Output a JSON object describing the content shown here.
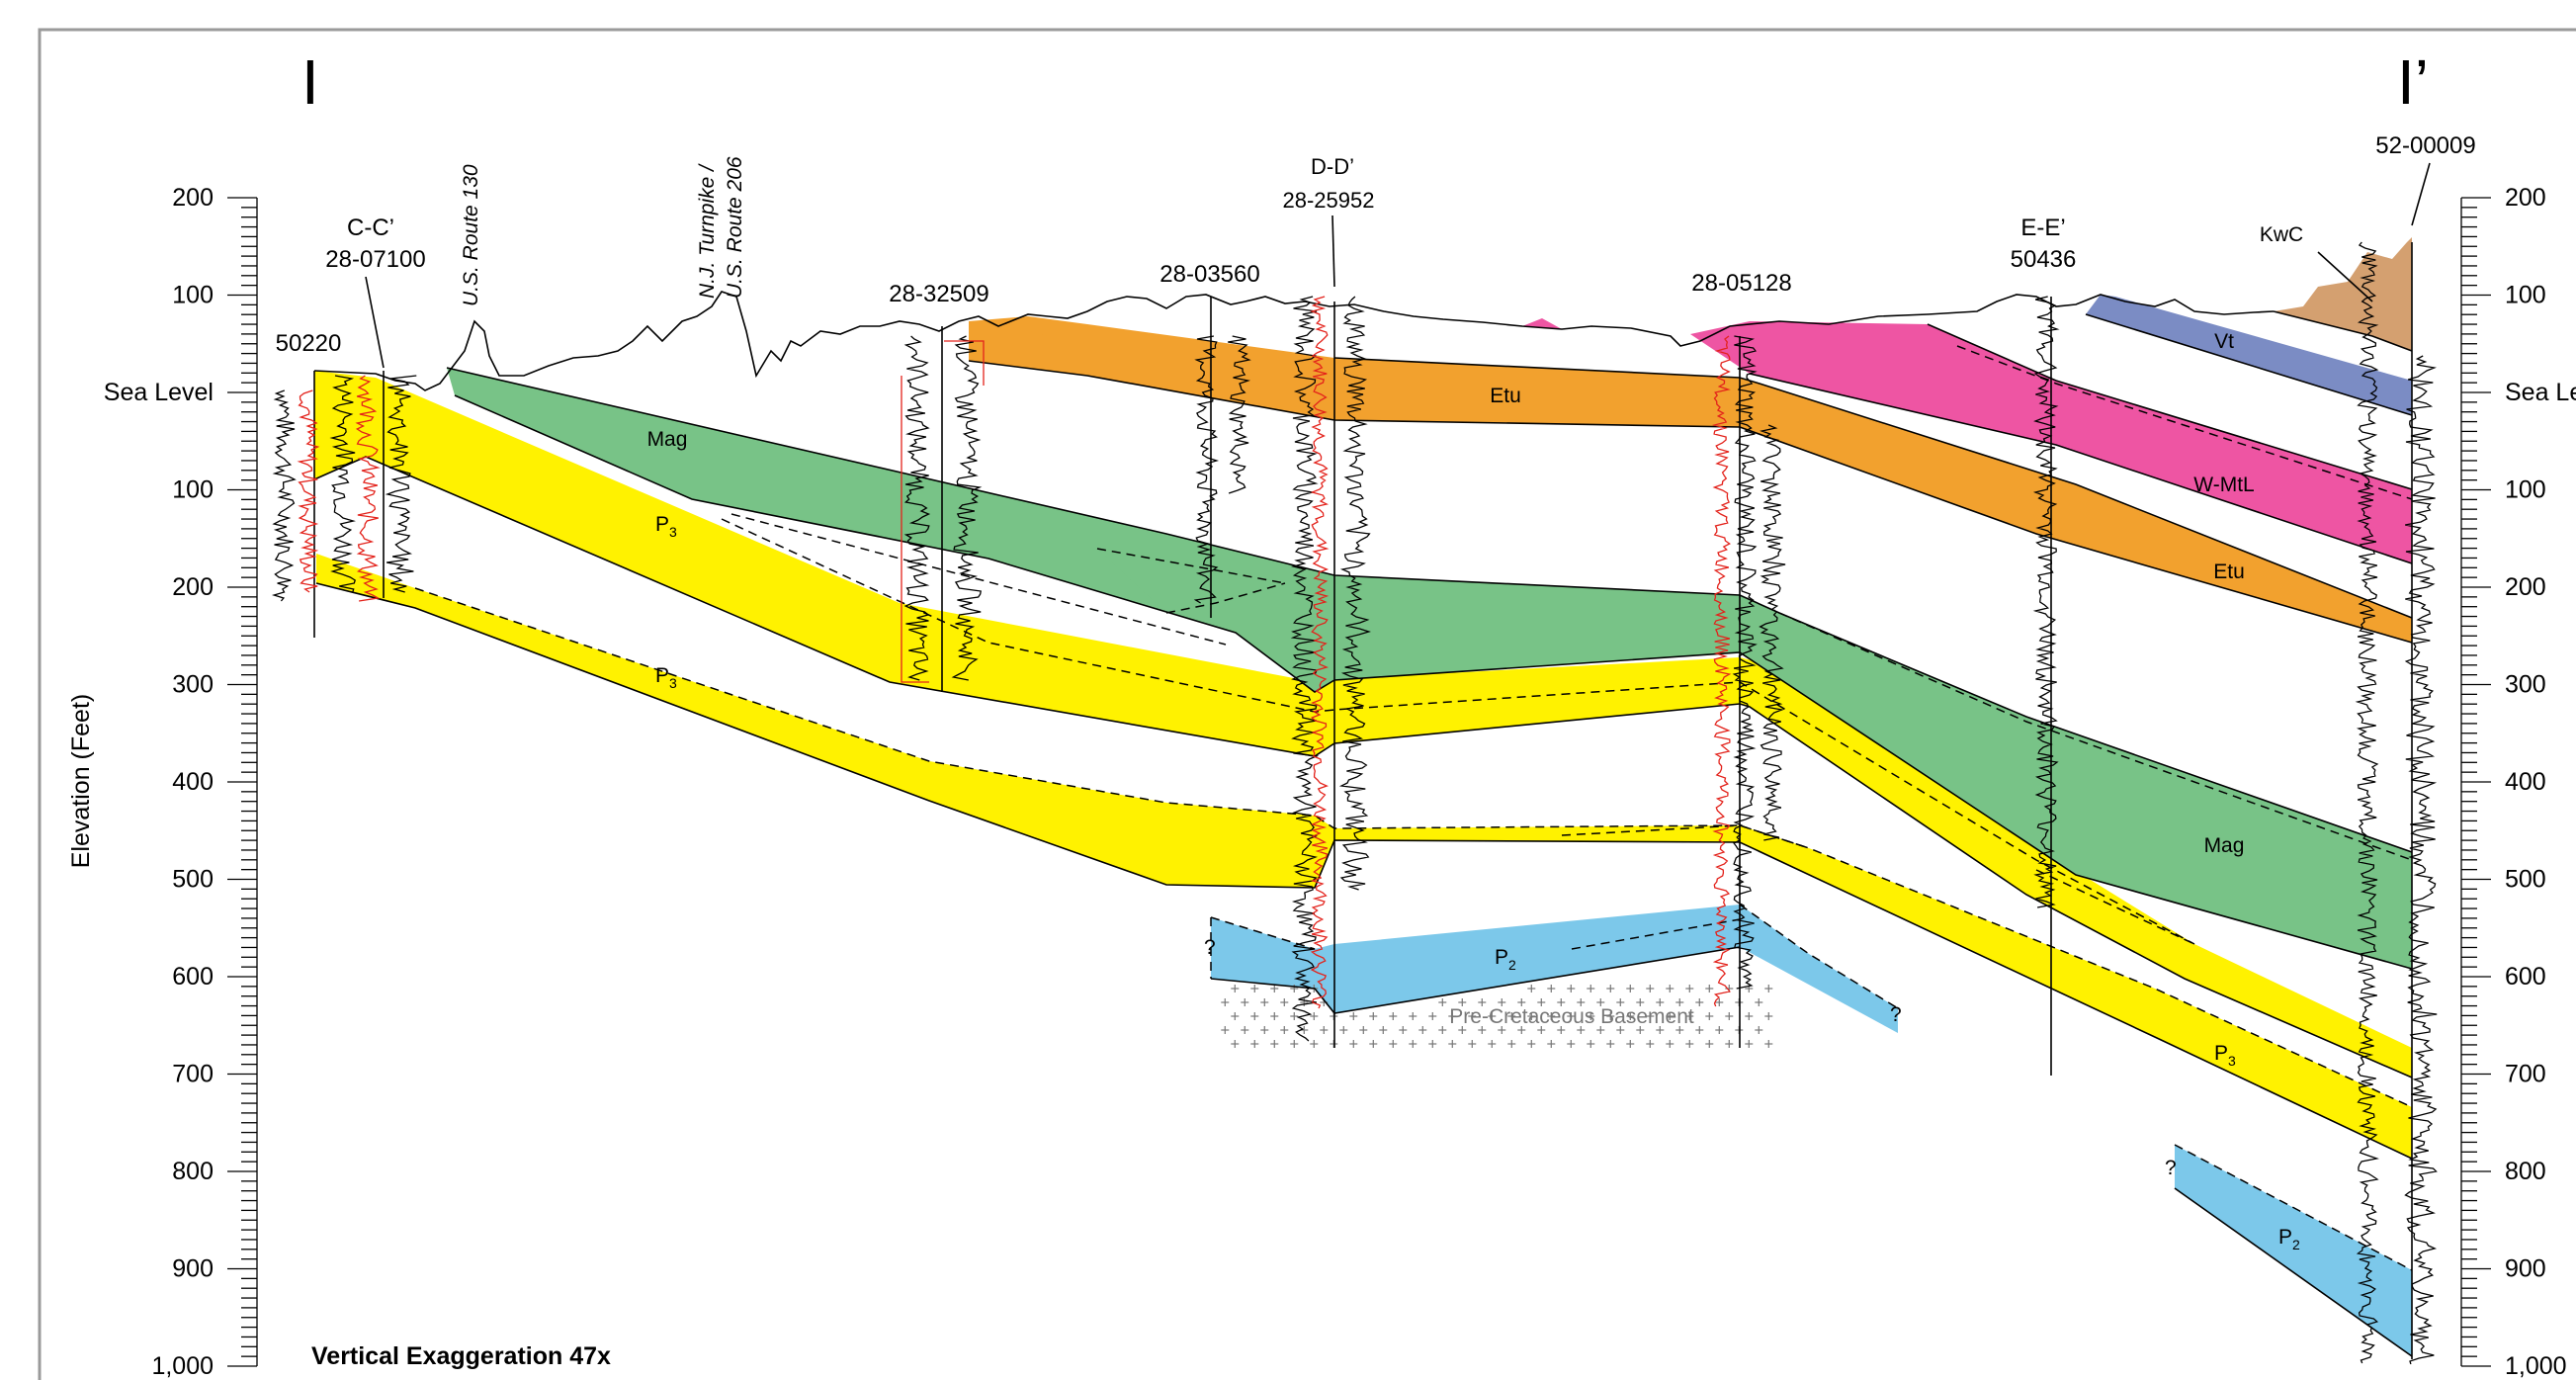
{
  "section_end_labels": {
    "left": "I",
    "right": "I’"
  },
  "elevation_axis": {
    "title": "Elevation (Feet)",
    "left_ticks": [
      "200",
      "100",
      "Sea Level",
      "100",
      "200",
      "300",
      "400",
      "500",
      "600",
      "700",
      "800",
      "900",
      "1,000"
    ],
    "right_ticks": [
      "200",
      "100",
      "Sea Le",
      "100",
      "200",
      "300",
      "400",
      "500",
      "600",
      "700",
      "800",
      "900",
      "1,000"
    ],
    "range_feet": [
      200,
      -1000
    ]
  },
  "footer": {
    "vertical_exaggeration": "Vertical Exaggeration 47x"
  },
  "wells": [
    {
      "id": "50220",
      "cross_ref": ""
    },
    {
      "id": "28-07100",
      "cross_ref": "C-C’"
    },
    {
      "id": "28-32509",
      "cross_ref": ""
    },
    {
      "id": "28-03560",
      "cross_ref": ""
    },
    {
      "id": "28-25952",
      "cross_ref": "D-D’"
    },
    {
      "id": "28-05128",
      "cross_ref": ""
    },
    {
      "id": "50436",
      "cross_ref": "E-E’"
    },
    {
      "id": "52-00009",
      "cross_ref": ""
    }
  ],
  "roads": [
    {
      "line1": "U.S. Route 130",
      "line2": ""
    },
    {
      "line1": "N.J. Turnpike /",
      "line2": "U.S. Route 206"
    }
  ],
  "units": {
    "kwc": "KwC",
    "vt": "Vt",
    "wmtl": "W-MtL",
    "etu": "Etu",
    "mag": "Mag",
    "p3_main": "P",
    "p3_sub": "3",
    "p2_main": "P",
    "p2_sub": "2",
    "basement": "Pre-Cretaceous Basement",
    "uncertain": "?"
  },
  "colors": {
    "KwC": "#d4a070",
    "Vt": "#7b8cc4",
    "W-MtL": "#ee55a3",
    "Etu": "#f2a12e",
    "Mag": "#78c387",
    "P3": "#fff200",
    "P2": "#7cc8ea",
    "log_red": "#e3221b"
  }
}
